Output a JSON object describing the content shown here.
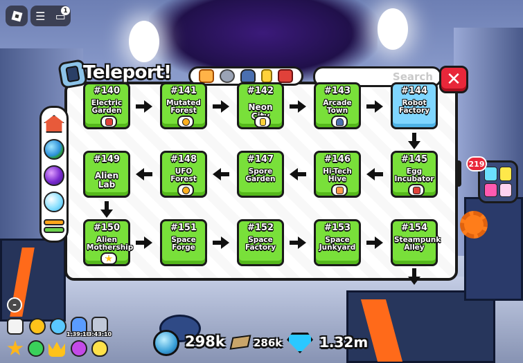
{
  "header": {
    "title": "Teleport!"
  },
  "search": {
    "placeholder": "Search"
  },
  "close": {
    "label": "✕"
  },
  "tabs": [
    {
      "name": "gift-tab"
    },
    {
      "name": "settings-tab"
    },
    {
      "name": "potion-tab"
    },
    {
      "name": "card-tab"
    },
    {
      "name": "chest-tab"
    }
  ],
  "zones": [
    {
      "num": "#140",
      "name": "Electric Garden",
      "reward": "chest"
    },
    {
      "num": "#141",
      "name": "Mutated Forest",
      "reward": "coin"
    },
    {
      "num": "#142",
      "name": "Neon City",
      "reward": "card"
    },
    {
      "num": "#143",
      "name": "Arcade Town",
      "reward": "potion"
    },
    {
      "num": "#144",
      "name": "Robot Factory",
      "reward": ""
    },
    {
      "num": "#145",
      "name": "Egg Incubator",
      "reward": "chest"
    },
    {
      "num": "#146",
      "name": "Hi-Tech Hive",
      "reward": "gift"
    },
    {
      "num": "#147",
      "name": "Spore Garden",
      "reward": ""
    },
    {
      "num": "#148",
      "name": "UFO Forest",
      "reward": "coin"
    },
    {
      "num": "#149",
      "name": "Alien Lab",
      "reward": ""
    },
    {
      "num": "#150",
      "name": "Alien Mothership",
      "reward": "star"
    },
    {
      "num": "#151",
      "name": "Space Forge",
      "reward": ""
    },
    {
      "num": "#152",
      "name": "Space Factory",
      "reward": ""
    },
    {
      "num": "#153",
      "name": "Space Junkyard",
      "reward": ""
    },
    {
      "num": "#154",
      "name": "Steampunk Alley",
      "reward": ""
    }
  ],
  "notifications": {
    "count": "1"
  },
  "right_widget": {
    "badge": "219"
  },
  "hotbar": {
    "minus": "-",
    "timer1": "1:39:18",
    "timer2": "3:43:10"
  },
  "currency": {
    "orbs": "298k",
    "blocks": "286k",
    "diamonds": "1.32m"
  },
  "colors": {
    "zone_locked": "#79e03a",
    "zone_current": "#7fd6ff",
    "close": "#e8273a"
  }
}
